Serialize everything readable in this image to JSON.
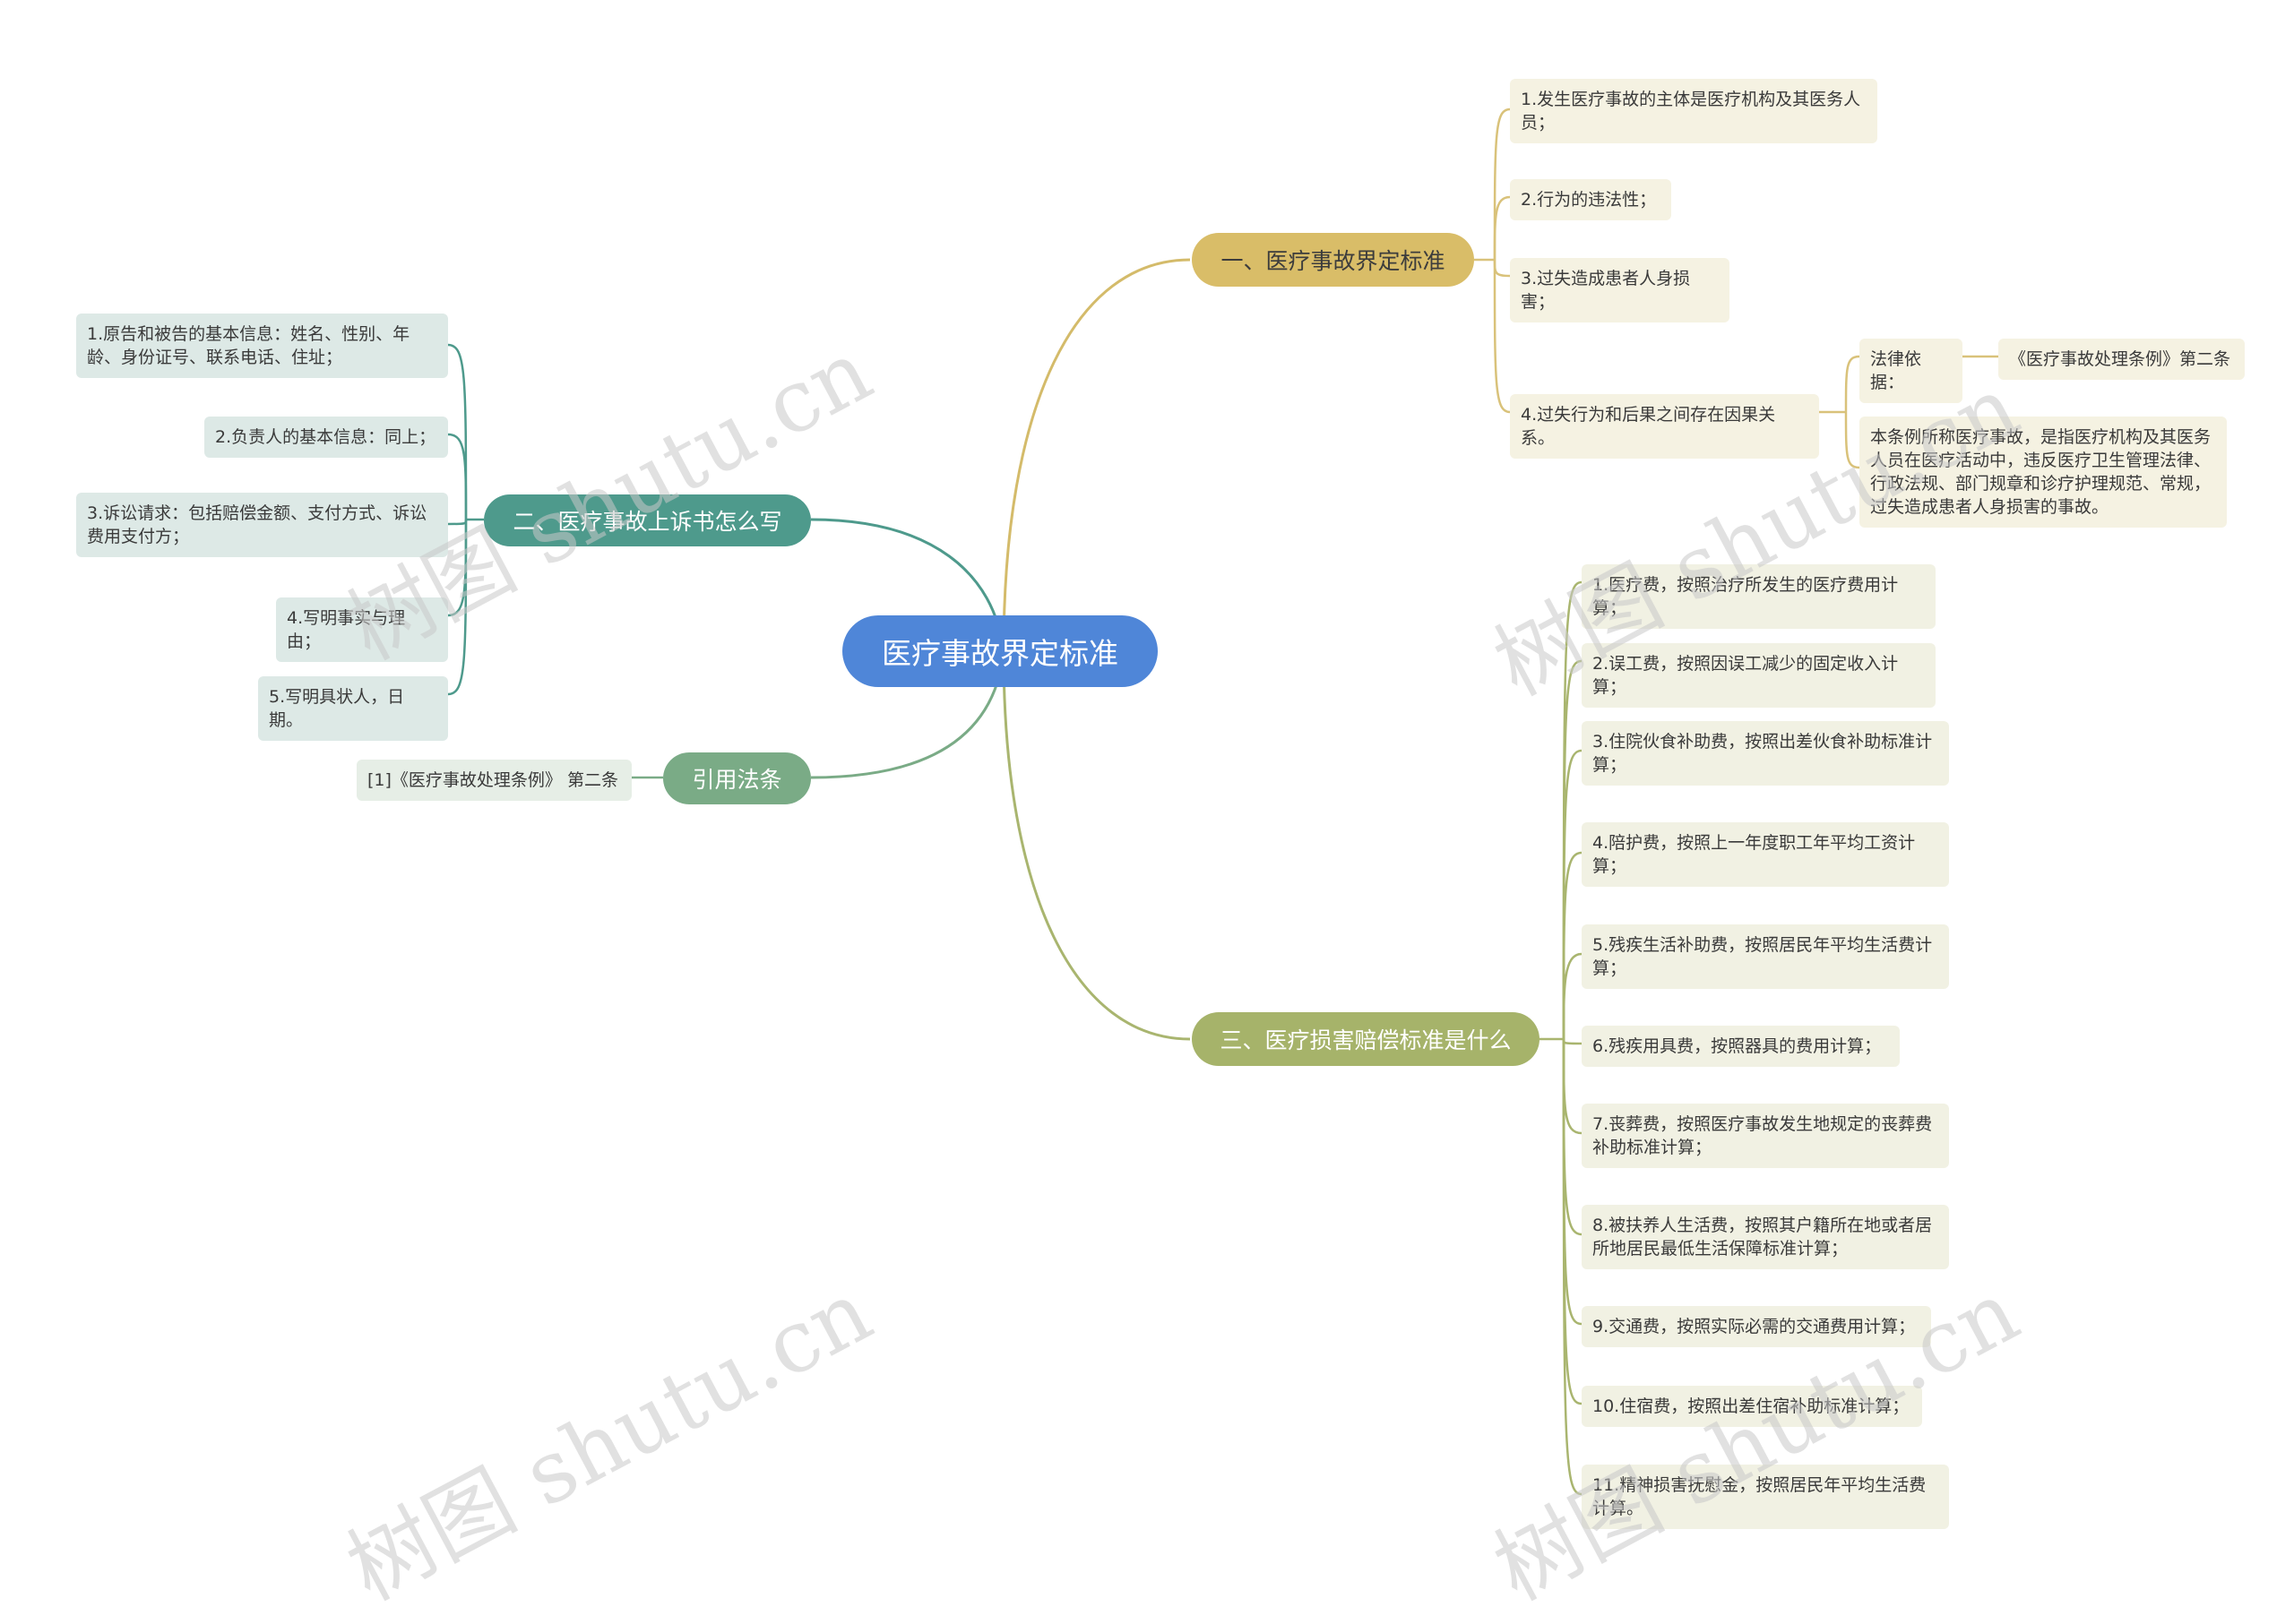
{
  "root": {
    "label": "医疗事故界定标准"
  },
  "branches": {
    "b1": {
      "label": "一、医疗事故界定标准"
    },
    "b2": {
      "label": "二、医疗事故上诉书怎么写"
    },
    "b3": {
      "label": "三、医疗损害赔偿标准是什么"
    },
    "b4": {
      "label": "引用法条"
    }
  },
  "b1_items": [
    "1.发生医疗事故的主体是医疗机构及其医务人员；",
    "2.行为的违法性；",
    "3.过失造成患者人身损害；",
    "4.过失行为和后果之间存在因果关系。"
  ],
  "b1_sub": {
    "legal_basis": "法律依据：",
    "law_ref": "《医疗事故处理条例》第二条",
    "definition": "本条例所称医疗事故，是指医疗机构及其医务人员在医疗活动中，违反医疗卫生管理法律、行政法规、部门规章和诊疗护理规范、常规，过失造成患者人身损害的事故。"
  },
  "b2_items": [
    "1.原告和被告的基本信息：姓名、性别、年龄、身份证号、联系电话、住址；",
    "2.负责人的基本信息：同上；",
    "3.诉讼请求：包括赔偿金额、支付方式、诉讼费用支付方；",
    "4.写明事实与理由；",
    "5.写明具状人，日期。"
  ],
  "b3_items": [
    "1.医疗费，按照治疗所发生的医疗费用计算；",
    "2.误工费，按照因误工减少的固定收入计算；",
    "3.住院伙食补助费，按照出差伙食补助标准计算；",
    "4.陪护费，按照上一年度职工年平均工资计算；",
    "5.残疾生活补助费，按照居民年平均生活费计算；",
    "6.残疾用具费，按照器具的费用计算；",
    "7.丧葬费，按照医疗事故发生地规定的丧葬费补助标准计算；",
    "8.被扶养人生活费，按照其户籍所在地或者居所地居民最低生活保障标准计算；",
    "9.交通费，按照实际必需的交通费用计算；",
    "10.住宿费，按照出差住宿补助标准计算；",
    "11.精神损害抚慰金，按照居民年平均生活费计算。"
  ],
  "b4_items": [
    "[1]《医疗事故处理条例》 第二条"
  ],
  "watermark": "树图 shutu.cn",
  "colors": {
    "root": "#4f86d8",
    "b1": "#d9bd68",
    "b2": "#4e9a8c",
    "b3": "#a6b36a",
    "b4": "#7aab86"
  }
}
